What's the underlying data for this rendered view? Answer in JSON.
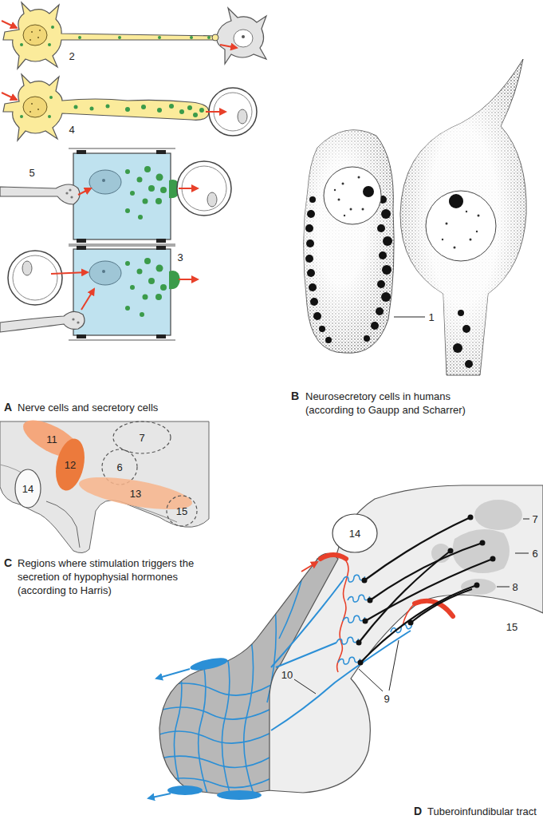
{
  "diagram": {
    "nodes": [
      {
        "text": [
          "11"
        ]
      },
      {
        "text": [
          "7"
        ]
      },
      {
        "text": [
          "12"
        ]
      },
      {
        "text": [
          "6"
        ]
      },
      {
        "text": [
          "14"
        ]
      },
      {
        "text": [
          "13"
        ]
      },
      {
        "text": [
          "15"
        ]
      },
      {
        "text": [
          "14"
        ]
      }
    ],
    "labels": [
      "2",
      "4",
      "5",
      "3",
      "A",
      "Nerve cells and secretory cells",
      "1",
      "B",
      "Neurosecretory cells in humans (according to Gaupp and Scharrer)",
      "C",
      "Regions where stimulation triggers the secretion of hypophysial hormones (according to Harris)",
      "7",
      "6",
      "8",
      "15",
      "10",
      "9",
      "D",
      "Tuberoinfundibular tract"
    ]
  }
}
